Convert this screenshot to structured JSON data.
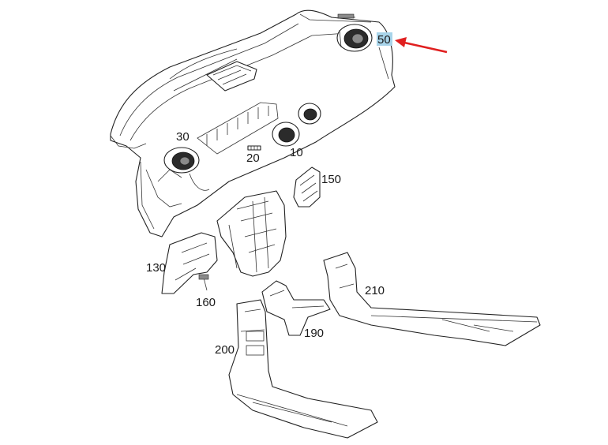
{
  "callouts": {
    "c50": "50",
    "c30": "30",
    "c20": "20",
    "c10": "10",
    "c150": "150",
    "c130": "130",
    "c160": "160",
    "c210": "210",
    "c190": "190",
    "c200": "200"
  },
  "highlight": {
    "callout": "50",
    "highlight_color": "#a8d4ea",
    "arrow_color": "#e02020"
  }
}
